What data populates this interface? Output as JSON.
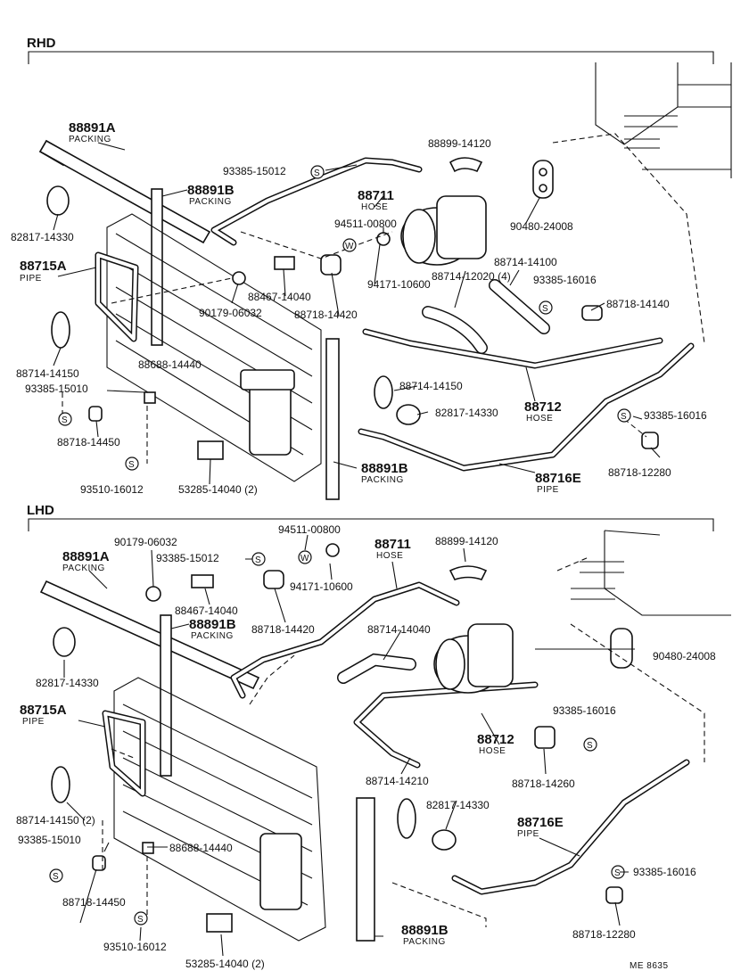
{
  "sections": {
    "rhd": "RHD",
    "lhd": "LHD"
  },
  "symbols": {
    "screw": "S",
    "washer": "W"
  },
  "rhd_labels": {
    "packing_a_num": "88891A",
    "packing_a_word": "PACKING",
    "packing_b_num": "88891B",
    "packing_b_word": "PACKING",
    "packing_b2_num": "88891B",
    "packing_b2_word": "PACKING",
    "p82817a": "82817-14330",
    "pipe_a_num": "88715A",
    "pipe_a_word": "PIPE",
    "p88714_14150": "88714-14150",
    "p93385_15010": "93385-15010",
    "p88718_14450": "88718-14450",
    "p93510": "93510-16012",
    "p53285": "53285-14040 (2)",
    "p88688": "88688-14440",
    "p93385_15012": "93385-15012",
    "hose_711_num": "88711",
    "hose_711_word": "HOSE",
    "p94511": "94511-00800",
    "p88899": "88899-14120",
    "p90480": "90480-24008",
    "p88467": "88467-14040",
    "p90179": "90179-06032",
    "p88718_14420": "88718-14420",
    "p94171": "94171-10600",
    "p88714_12020": "88714-12020 (4)",
    "p88714_14100": "88714-14100",
    "p93385_16016a": "93385-16016",
    "p88718_14140": "88718-14140",
    "p88714_14150b": "88714-14150",
    "p82817b": "82817-14330",
    "hose_712_num": "88712",
    "hose_712_word": "HOSE",
    "p93385_16016b": "93385-16016",
    "p88718_12280": "88718-12280",
    "pipe_e_num": "88716E",
    "pipe_e_word": "PIPE"
  },
  "lhd_labels": {
    "p90179": "90179-06032",
    "p93385_15012": "93385-15012",
    "p94511": "94511-00800",
    "hose_711_num": "88711",
    "hose_711_word": "HOSE",
    "p88899": "88899-14120",
    "packing_a_num": "88891A",
    "packing_a_word": "PACKING",
    "p94171": "94171-10600",
    "p88467": "88467-14040",
    "packing_b_num": "88891B",
    "packing_b_word": "PACKING",
    "p88718_14420": "88718-14420",
    "p88714_14040": "88714-14040",
    "p90480": "90480-24008",
    "p82817a": "82817-14330",
    "pipe_a_num": "88715A",
    "pipe_a_word": "PIPE",
    "p93385_16016a": "93385-16016",
    "hose_712_num": "88712",
    "hose_712_word": "HOSE",
    "p88718_14260": "88718-14260",
    "p88714_14210": "88714-14210",
    "p82817b": "82817-14330",
    "p88714_14150": "88714-14150 (2)",
    "pipe_e_num": "88716E",
    "pipe_e_word": "PIPE",
    "p93385_15010": "93385-15010",
    "p88688": "88688-14440",
    "p93385_16016b": "93385-16016",
    "p88718_14450": "88718-14450",
    "p88718_12280": "88718-12280",
    "packing_b2_num": "88891B",
    "packing_b2_word": "PACKING",
    "p93510": "93510-16012",
    "p53285": "53285-14040 (2)"
  },
  "footer": {
    "code": "ME  8635"
  }
}
